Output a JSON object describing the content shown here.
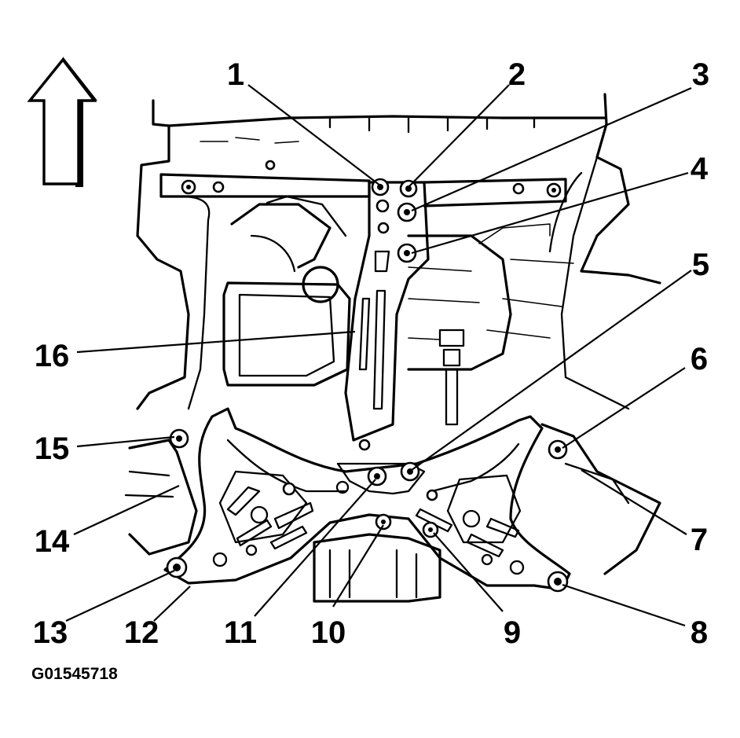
{
  "figure_id": "G01545718",
  "direction_arrow": {
    "icon": "up-arrow-icon"
  },
  "callouts": [
    {
      "id": "callout-1",
      "label": "1"
    },
    {
      "id": "callout-2",
      "label": "2"
    },
    {
      "id": "callout-3",
      "label": "3"
    },
    {
      "id": "callout-4",
      "label": "4"
    },
    {
      "id": "callout-5",
      "label": "5"
    },
    {
      "id": "callout-6",
      "label": "6"
    },
    {
      "id": "callout-7",
      "label": "7"
    },
    {
      "id": "callout-8",
      "label": "8"
    },
    {
      "id": "callout-9",
      "label": "9"
    },
    {
      "id": "callout-10",
      "label": "10"
    },
    {
      "id": "callout-11",
      "label": "11"
    },
    {
      "id": "callout-12",
      "label": "12"
    },
    {
      "id": "callout-13",
      "label": "13"
    },
    {
      "id": "callout-14",
      "label": "14"
    },
    {
      "id": "callout-15",
      "label": "15"
    },
    {
      "id": "callout-16",
      "label": "16"
    }
  ]
}
